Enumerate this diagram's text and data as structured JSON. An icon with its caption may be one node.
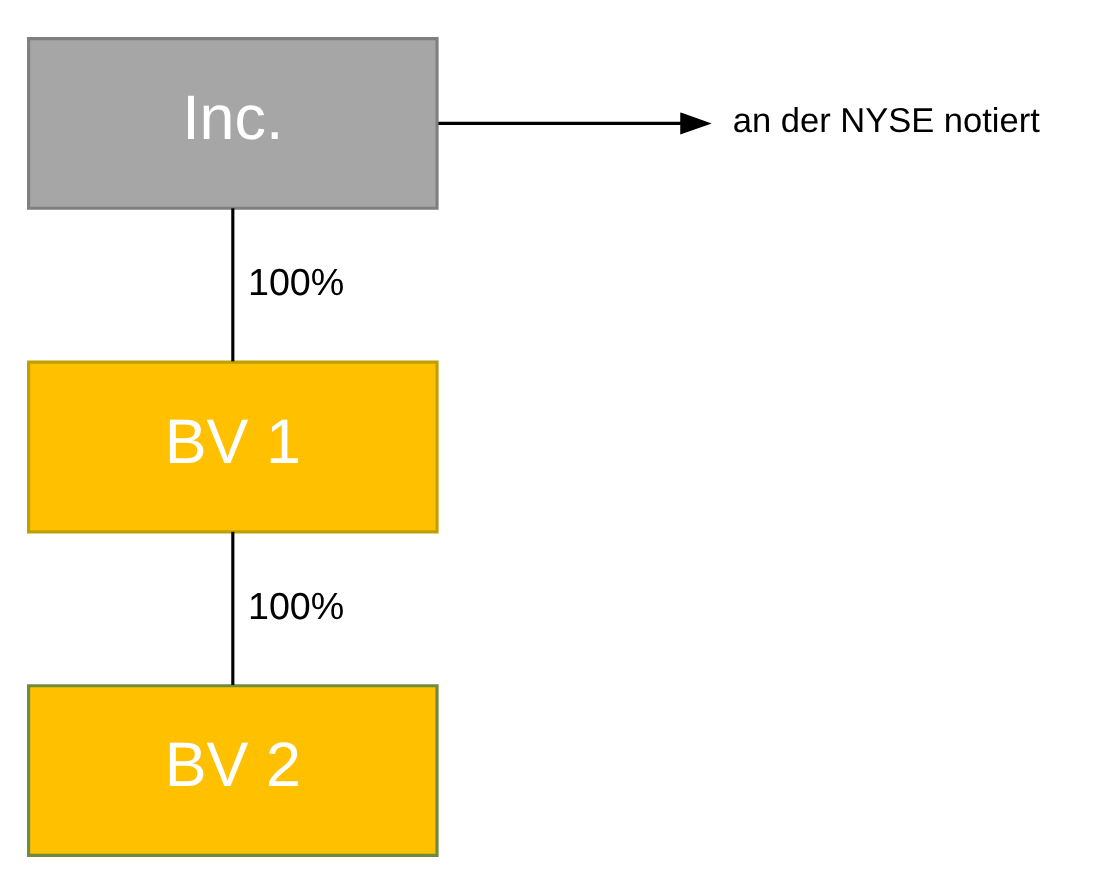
{
  "diagram": {
    "nodes": [
      {
        "text": [
          "Inc."
        ]
      },
      {
        "text": [
          "BV 1"
        ]
      },
      {
        "text": [
          "BV 2"
        ]
      },
      {
        "text": [
          "an der NYSE notiert"
        ]
      }
    ],
    "edges": [
      {
        "from": 0,
        "to": 1,
        "label": "100%",
        "arrow": "none"
      },
      {
        "from": 1,
        "to": 2,
        "label": "100%",
        "arrow": "none"
      },
      {
        "from": 0,
        "to": 3,
        "arrow": "to"
      }
    ]
  }
}
